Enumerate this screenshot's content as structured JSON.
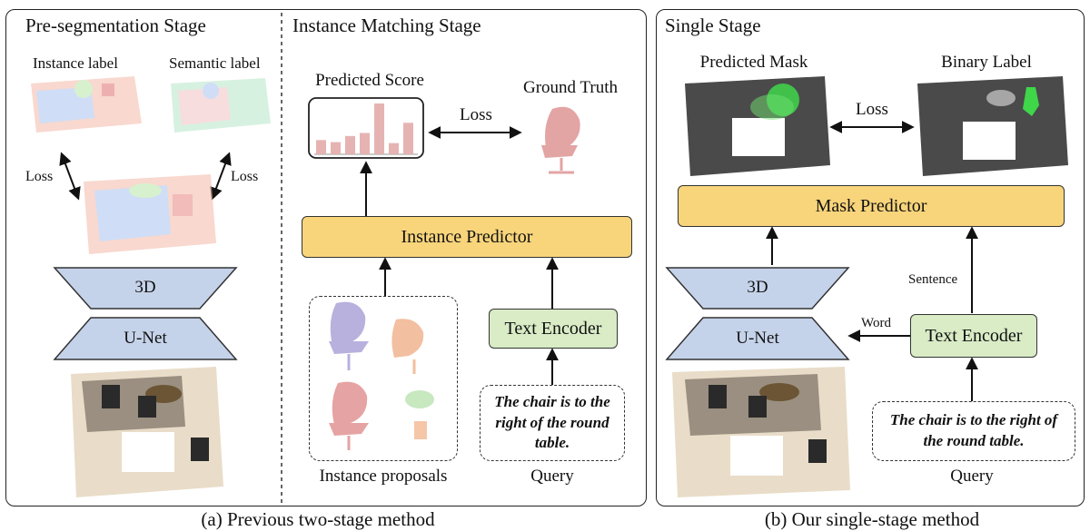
{
  "left_panel": {
    "pre_title": "Pre-segmentation Stage",
    "instance_label": "Instance label",
    "semantic_label": "Semantic label",
    "loss_left": "Loss",
    "loss_right": "Loss",
    "unet_top": "3D",
    "unet_bottom": "U-Net",
    "match_title": "Instance Matching Stage",
    "predicted_score": "Predicted Score",
    "ground_truth": "Ground Truth",
    "loss_mid": "Loss",
    "instance_predictor": "Instance Predictor",
    "text_encoder": "Text Encoder",
    "query_text": "The chair is to the right of the round table.",
    "instance_proposals": "Instance proposals",
    "query_label": "Query",
    "caption": "(a) Previous two-stage method",
    "score_bars": [
      0.28,
      0.24,
      0.36,
      0.42,
      1.0,
      0.22,
      0.62
    ]
  },
  "right_panel": {
    "title": "Single Stage",
    "predicted_mask": "Predicted Mask",
    "binary_label": "Binary Label",
    "loss": "Loss",
    "mask_predictor": "Mask Predictor",
    "unet_top": "3D",
    "unet_bottom": "U-Net",
    "sentence": "Sentence",
    "word": "Word",
    "text_encoder": "Text Encoder",
    "query_text": "The chair is to the right of the round table.",
    "query_label": "Query",
    "caption": "(b)  Our single-stage method"
  },
  "colors": {
    "predictor_fill": "#f8d57b",
    "encoder_fill": "#d9ecc6",
    "unet_fill": "#c5d3ea",
    "bar_fill": "#e6b3b3"
  }
}
